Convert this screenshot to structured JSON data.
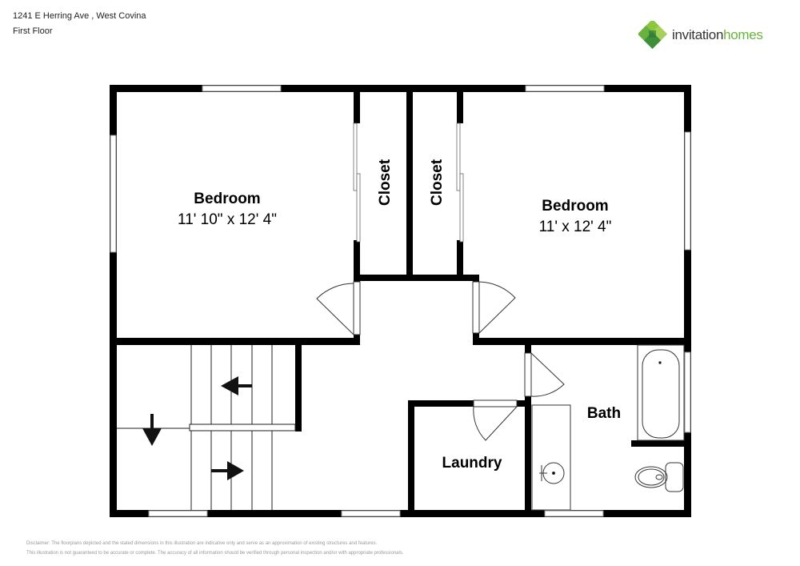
{
  "header": {
    "address": "1241 E Herring Ave , West Covina",
    "floor": "First Floor"
  },
  "logo": {
    "word1": "invitation",
    "word2": "homes",
    "colors": {
      "dark_green": "#3e8e3a",
      "light_green": "#8cc63f",
      "text_gray": "#333333",
      "text_green": "#6ab23e"
    }
  },
  "rooms": {
    "bedroom_left": {
      "name": "Bedroom",
      "dimensions": "11' 10\" x 12' 4\""
    },
    "closet_1": {
      "name": "Closet"
    },
    "closet_2": {
      "name": "Closet"
    },
    "bedroom_right": {
      "name": "Bedroom",
      "dimensions": "11' x 12' 4\""
    },
    "bath": {
      "name": "Bath"
    },
    "laundry": {
      "name": "Laundry"
    }
  },
  "disclaimer": {
    "line1": "Disclaimer: The floorplans depicted and the stated dimensions in this illustration are indicative only and serve as an approximation of existing structures and features.",
    "line2": "This illustration is not guaranteed to be accurate or complete. The accuracy of all information should be verified through personal inspection and/or with appropriate professionals."
  }
}
